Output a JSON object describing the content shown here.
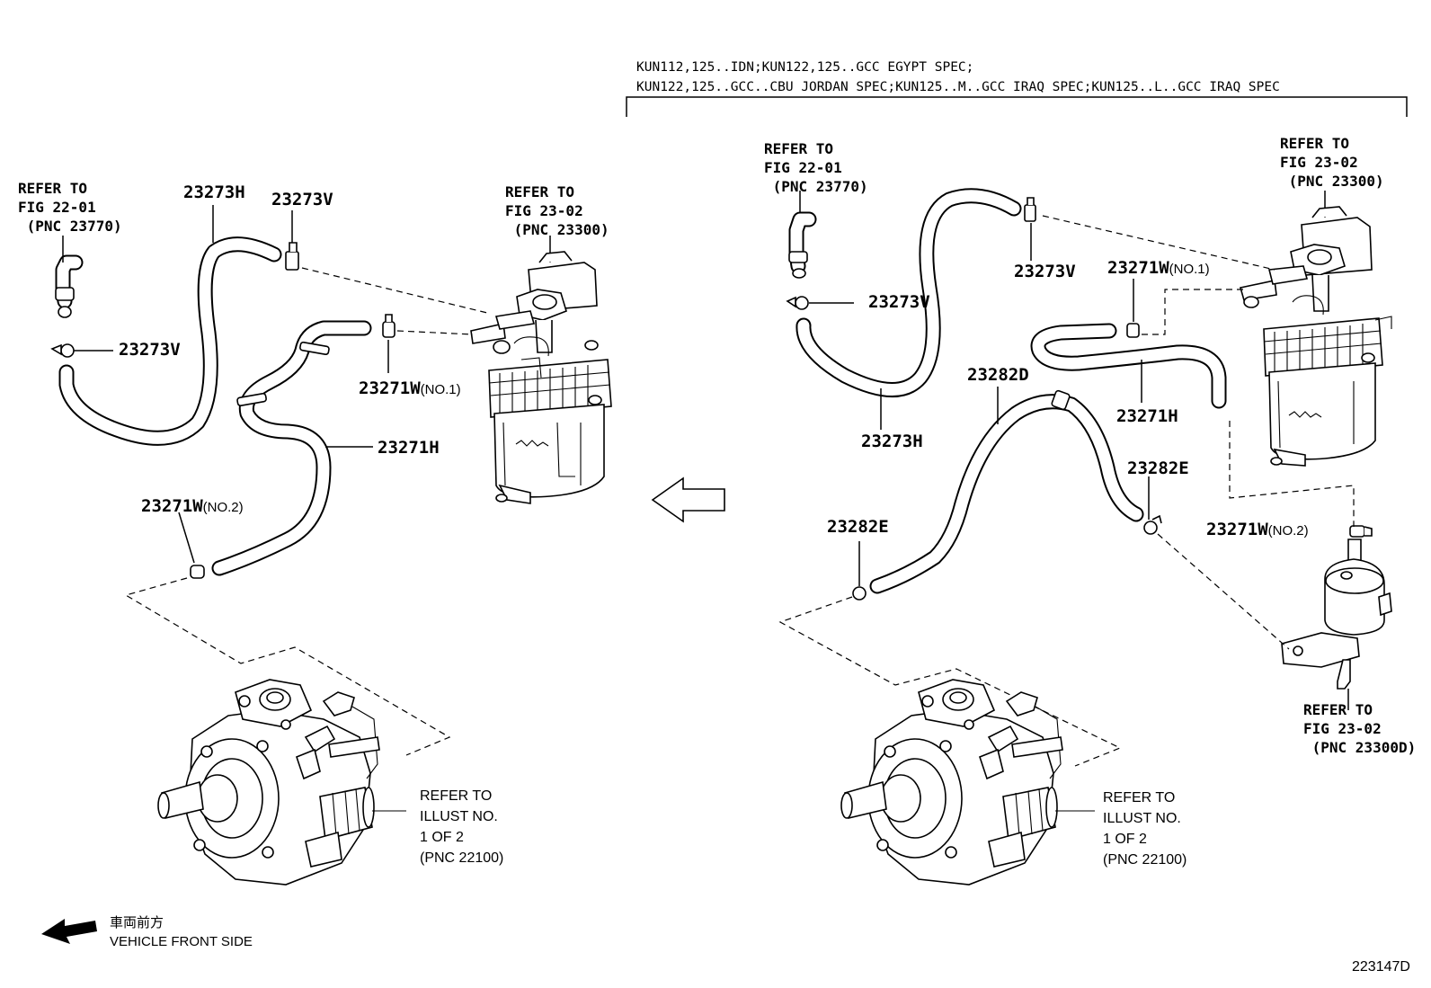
{
  "spec_header": {
    "line1": "KUN112,125..IDN;KUN122,125..GCC EGYPT SPEC;",
    "line2": "KUN122,125..GCC..CBU JORDAN SPEC;KUN125..M..GCC IRAQ SPEC;KUN125..L..GCC IRAQ SPEC"
  },
  "left": {
    "ref_fig22": "REFER TO\nFIG 22-01\n (PNC 23770)",
    "ref_fig23": "REFER TO\nFIG 23-02\n (PNC 23300)",
    "ref_illust": "REFER TO\nILLUST NO.\n1 OF 2\n(PNC 22100)",
    "labels": {
      "p23273H": "23273H",
      "p23273V_top": "23273V",
      "p23273V_side": "23273V",
      "p23271W_no1": "23271W",
      "p23271W_no1_suffix": "(NO.1)",
      "p23271H": "23271H",
      "p23271W_no2": "23271W",
      "p23271W_no2_suffix": "(NO.2)"
    }
  },
  "right": {
    "ref_fig22": "REFER TO\nFIG 22-01\n (PNC 23770)",
    "ref_fig23": "REFER TO\nFIG 23-02\n (PNC 23300)",
    "ref_fig23d": "REFER TO\nFIG 23-02\n (PNC 23300D)",
    "ref_illust": "REFER TO\nILLUST NO.\n1 OF 2\n(PNC 22100)",
    "labels": {
      "p23273V_top": "23273V",
      "p23273V_side": "23273V",
      "p23273H": "23273H",
      "p23271W_no1": "23271W",
      "p23271W_no1_suffix": "(NO.1)",
      "p23271H": "23271H",
      "p23282D": "23282D",
      "p23282E_left": "23282E",
      "p23282E_right": "23282E",
      "p23271W_no2": "23271W",
      "p23271W_no2_suffix": "(NO.2)"
    }
  },
  "vehicle_front": {
    "jp": "車両前方",
    "en": "VEHICLE FRONT SIDE"
  },
  "figure_code": "223147D"
}
